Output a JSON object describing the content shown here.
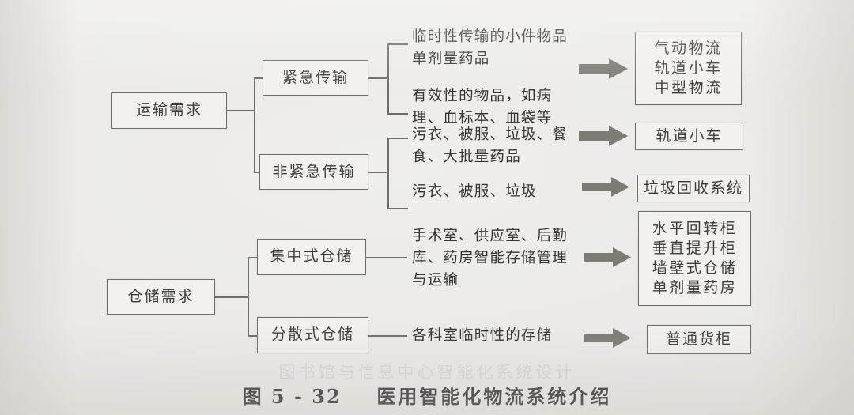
{
  "caption": {
    "figure_number": "图 5 - 32",
    "title": "医用智能化物流系统介绍"
  },
  "ghost_text": "图书馆与信息中心智能化系统设计",
  "colors": {
    "paper": "#e9e8e4",
    "box_fill": "#f1f0ec",
    "box_border": "#6f6e6b",
    "text": "#343432",
    "arrow": "#7c7b74"
  },
  "diagram": {
    "type": "tree",
    "roots": [
      {
        "id": "transport",
        "label": "运输需求",
        "branches": [
          {
            "id": "urgent",
            "label": "紧急传输",
            "items": [
              {
                "description": "临时性传输的小件物品\n单剂量药品",
                "arrow": true,
                "outcome": [
                  "气动物流",
                  "轨道小车",
                  "中型物流"
                ]
              },
              {
                "description": "有效性的物品，如病\n理、血标本、血袋等",
                "arrow": false,
                "outcome": []
              }
            ]
          },
          {
            "id": "non-urgent",
            "label": "非紧急传输",
            "items": [
              {
                "description": "污衣、被服、垃圾、餐\n食、大批量药品",
                "arrow": true,
                "outcome": [
                  "轨道小车"
                ]
              },
              {
                "description": "污衣、被服、垃圾",
                "arrow": true,
                "outcome": [
                  "垃圾回收系统"
                ]
              }
            ]
          }
        ]
      },
      {
        "id": "storage",
        "label": "仓储需求",
        "branches": [
          {
            "id": "centralized",
            "label": "集中式仓储",
            "items": [
              {
                "description": "手术室、供应室、后勤\n库、药房智能存储管理\n与运输",
                "arrow": true,
                "outcome": [
                  "水平回转柜",
                  "垂直提升柜",
                  "墙壁式仓储",
                  "单剂量药房"
                ]
              }
            ]
          },
          {
            "id": "distributed",
            "label": "分散式仓储",
            "items": [
              {
                "description": "各科室临时性的存储",
                "arrow": true,
                "outcome": [
                  "普通货柜"
                ]
              }
            ]
          }
        ]
      }
    ],
    "nodes": {
      "transport_root": "运输需求",
      "urgent": "紧急传输",
      "non_urgent": "非紧急传输",
      "storage_root": "仓储需求",
      "centralized": "集中式仓储",
      "distributed": "分散式仓储"
    },
    "descriptions": {
      "d1": "临时性传输的小件物品\n单剂量药品",
      "d2": "有效性的物品，如病\n理、血标本、血袋等",
      "d3": "污衣、被服、垃圾、餐\n食、大批量药品",
      "d4": "污衣、被服、垃圾",
      "d5": "手术室、供应室、后勤\n库、药房智能存储管理\n与运输",
      "d6": "各科室临时性的存储"
    },
    "outcomes": {
      "o1_l1": "气动物流",
      "o1_l2": "轨道小车",
      "o1_l3": "中型物流",
      "o2": "轨道小车",
      "o3": "垃圾回收系统",
      "o4_l1": "水平回转柜",
      "o4_l2": "垂直提升柜",
      "o4_l3": "墙壁式仓储",
      "o4_l4": "单剂量药房",
      "o5": "普通货柜"
    }
  }
}
